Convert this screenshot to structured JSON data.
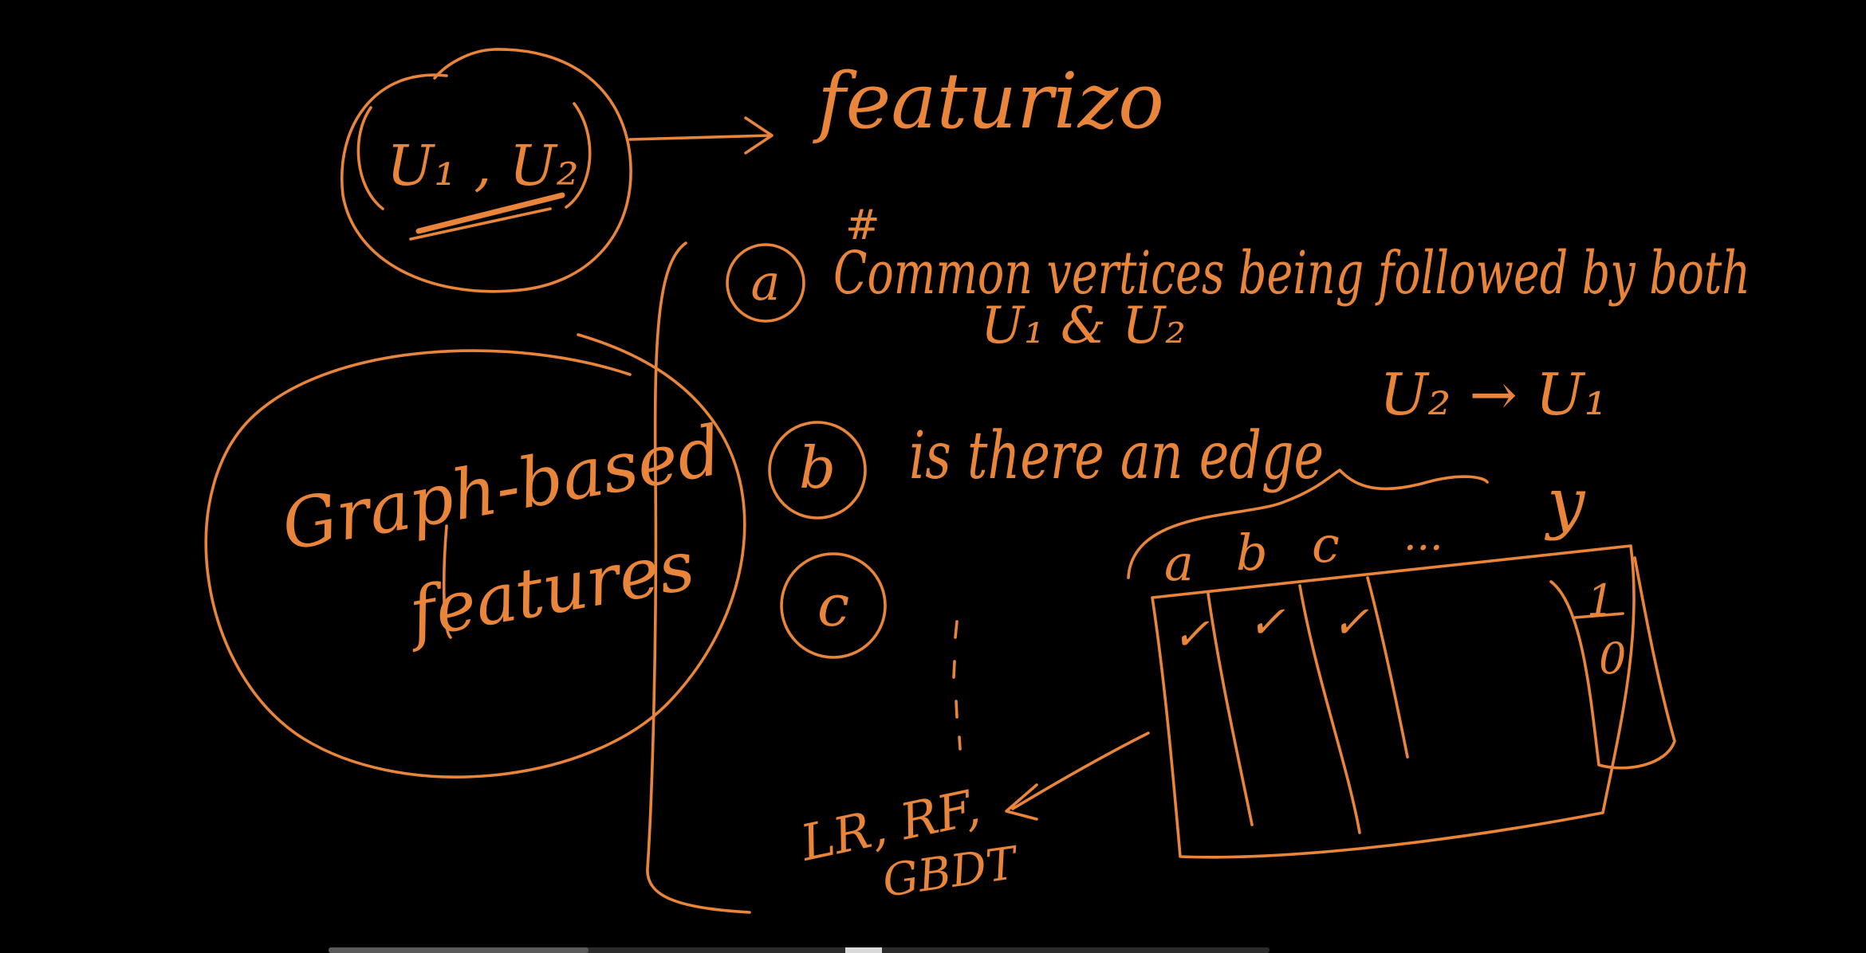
{
  "board": {
    "pair": "U₁ , U₂",
    "featurize": "featurizo",
    "hash": "#",
    "item_a_letter": "a",
    "item_a_line1": "Common vertices being followed by both",
    "item_a_line2": "U₁ & U₂",
    "item_b_letter": "b",
    "item_b_text": "is there an edge",
    "item_b_arrow": "U₂ → U₁",
    "item_c_letter": "c",
    "graph_line1": "Graph-based",
    "graph_line2": "features",
    "table_headers": [
      "a",
      "b",
      "c",
      "...",
      "y"
    ],
    "table_checks": [
      "✓",
      "✓",
      "✓"
    ],
    "table_labels": [
      "1",
      "0"
    ],
    "models_line1": "LR, RF,",
    "models_line2": "GBDT"
  },
  "colors": {
    "ink": "#e8853a",
    "background": "#000000"
  }
}
